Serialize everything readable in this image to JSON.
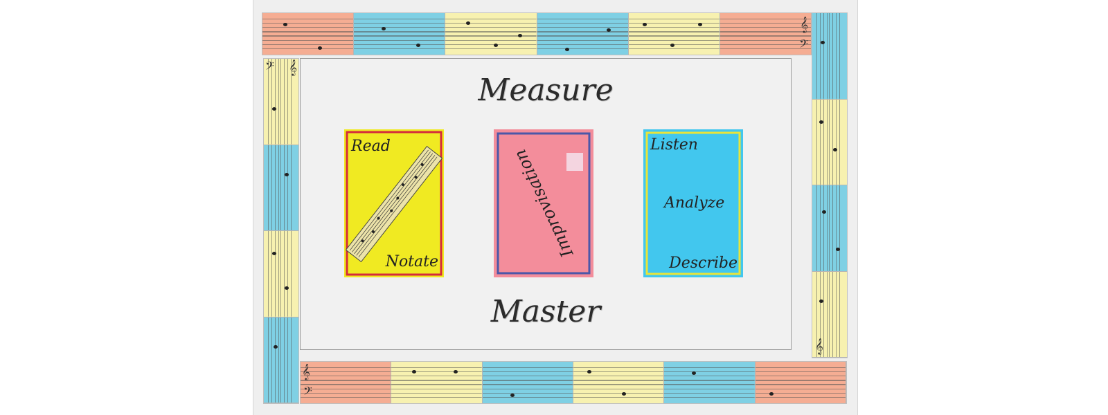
{
  "board": {
    "title_top": "Measure",
    "title_bottom": "Master"
  },
  "cards": {
    "read": {
      "label_top": "Read",
      "label_bottom": "Notate",
      "color": "#f0ea22",
      "border": "#d42a3c"
    },
    "improv": {
      "label": "Improvisation",
      "color": "#f38d9b",
      "border": "#4b57a8"
    },
    "listen": {
      "label_top": "Listen",
      "label_middle": "Analyze",
      "label_bottom": "Describe",
      "color": "#42c7ee",
      "border": "#e9e43a"
    }
  },
  "track_colors": {
    "orange": "#f5ad93",
    "blue": "#7fd0e4",
    "yellow": "#f7f1b0"
  },
  "tracks": {
    "top": [
      "orange",
      "blue",
      "yellow",
      "blue",
      "yellow",
      "orange"
    ],
    "bottom": [
      "orange",
      "yellow",
      "blue",
      "yellow",
      "blue",
      "orange"
    ],
    "left": [
      "yellow",
      "blue",
      "yellow",
      "blue"
    ],
    "right": [
      "blue",
      "yellow",
      "blue",
      "yellow"
    ]
  }
}
